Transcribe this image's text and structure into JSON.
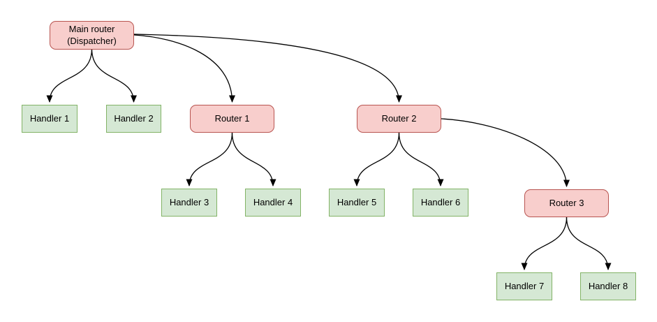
{
  "diagram": {
    "background_color": "#ffffff",
    "colors": {
      "router_fill": "#f8cecc",
      "router_border": "#b85450",
      "handler_fill": "#d5e8d4",
      "handler_border": "#82b366",
      "edge_stroke": "#000000",
      "text": "#000000"
    },
    "nodes": {
      "main_router": {
        "type": "router",
        "label_line1": "Main router",
        "label_line2": "(Dispatcher)"
      },
      "handler1": {
        "type": "handler",
        "label": "Handler 1"
      },
      "handler2": {
        "type": "handler",
        "label": "Handler 2"
      },
      "router1": {
        "type": "router",
        "label": "Router 1"
      },
      "router2": {
        "type": "router",
        "label": "Router 2"
      },
      "handler3": {
        "type": "handler",
        "label": "Handler 3"
      },
      "handler4": {
        "type": "handler",
        "label": "Handler 4"
      },
      "handler5": {
        "type": "handler",
        "label": "Handler 5"
      },
      "handler6": {
        "type": "handler",
        "label": "Handler 6"
      },
      "router3": {
        "type": "router",
        "label": "Router 3"
      },
      "handler7": {
        "type": "handler",
        "label": "Handler 7"
      },
      "handler8": {
        "type": "handler",
        "label": "Handler 8"
      }
    },
    "edges": [
      {
        "from": "Main router (Dispatcher)",
        "to": "Handler 1"
      },
      {
        "from": "Main router (Dispatcher)",
        "to": "Handler 2"
      },
      {
        "from": "Main router (Dispatcher)",
        "to": "Router 1"
      },
      {
        "from": "Main router (Dispatcher)",
        "to": "Router 2"
      },
      {
        "from": "Router 1",
        "to": "Handler 3"
      },
      {
        "from": "Router 1",
        "to": "Handler 4"
      },
      {
        "from": "Router 2",
        "to": "Handler 5"
      },
      {
        "from": "Router 2",
        "to": "Handler 6"
      },
      {
        "from": "Router 2",
        "to": "Router 3"
      },
      {
        "from": "Router 3",
        "to": "Handler 7"
      },
      {
        "from": "Router 3",
        "to": "Handler 8"
      }
    ]
  }
}
